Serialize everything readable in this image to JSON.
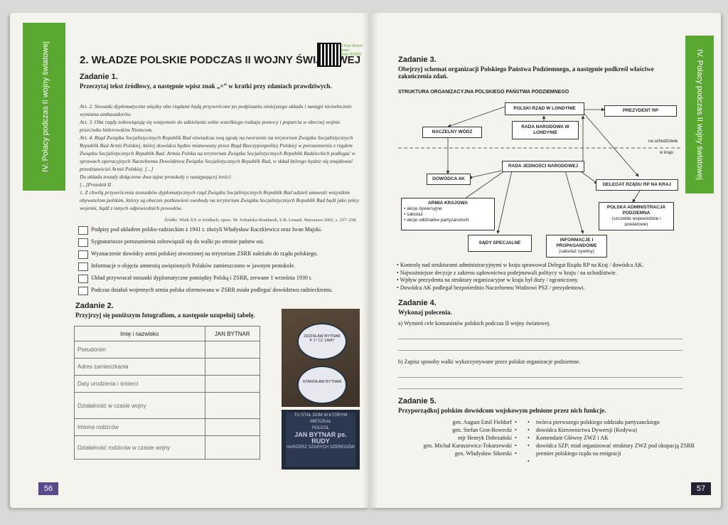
{
  "left_page": {
    "tab": "IV. Polacy podczas II wojny światowej",
    "title": "2. WŁADZE POLSKIE PODCZAS II WOJNY ŚWIATOWEJ",
    "qr_text": [
      "2 Kod Historii",
      "www.",
      "Kod: HI2N01"
    ],
    "task1": {
      "heading": "Zadanie 1.",
      "instruction": "Przeczytaj tekst źródłowy, a następnie wpisz znak „×” w kratki przy zdaniach prawdziwych.",
      "source": [
        "Art. 2. Stosunki dyplomatyczne między obu rządami będą przywrócone po podpisaniu niniejszego układu i nastąpi niezwłocznie wymiana ambasadorów.",
        "Art. 3. Oba rządy zobowiązują się wzajemnie do udzielania sobie wszelkiego rodzaju pomocy i poparcia w obecnej wojnie przeciwko hitlerowskim Niemcom.",
        "Art. 4. Rząd Związku Socjalistycznych Republik Rad oświadcza swą zgodę na tworzenie na terytorium Związku Socjalistycznych Republik Rad Armii Polskiej, której dowódca będzie mianowany przez Rząd Rzeczypospolitej Polskiej w porozumieniu z rządem Związku Socjalistycznych Republik Rad. Armia Polska na terytorium Związku Socjalistycznych Republik Radzieckich podlegać w sprawach operacyjnych Naczelnemu Dowództwu Związku Socjalistycznych Republik Rad, w skład którego będzie się znajdować przedstawiciel Armii Polskiej. [...]",
        "Do układu zostały dołączone dwa tajne protokoły o następującej treści:",
        "[...]Protokół II",
        "1. Z chwilą przywrócenia stosunków dyplomatycznych rząd Związku Socjalistycznych Republik Rad udzieli amnestii wszystkim obywatelom polskim, którzy są obecnie pozbawieni swobody na terytorium Związku Socjalistycznych Republik Rad będź jako jeńcy wojenni, bądź z innych odpowiednich powodów."
      ],
      "source_note": "Źródło: Wiek XX w źródłach, oprac. M. Sobańska-Bondaruk, S.B. Lenard, Warszawa 2002, s. 257–258.",
      "statements": [
        "Podpisy pod układem polsko-radzieckim z 1941 r. złożyli Władysław Raczkiewicz oraz Iwan Majski.",
        "Sygnatariusze porozumienia zobowiązali się do walki po stronie państw osi.",
        "Wyznaczenie dowódcy armii polskiej utworzonej na terytorium ZSRR należało do rządu polskiego.",
        "Informacje o objęciu amnestią uwięzionych Polaków zamieszczono w jawnym protokole.",
        "Układ przywracał stosunki dyplomatyczne pomiędzy Polską i ZSRR, zerwane 1 września 1939 r.",
        "Podczas działań wojennych armia polska sformowana w ZSRR miała podlegać dowództwu radzieckiemu."
      ]
    },
    "task2": {
      "heading": "Zadanie 2.",
      "instruction": "Przyjrzyj się poniższym fotografiom, a następnie uzupełnij tabelę.",
      "col1": "Imię i nazwisko",
      "col2": "JAN BYTNAR",
      "rows": [
        "Pseudonim",
        "Adres zamieszkania",
        "Daty urodzenia i śmierci",
        "Działalność w czasie wojny",
        "Imiona rodziców",
        "Działalność rodziców w czasie wojny"
      ]
    },
    "photo_text": {
      "plaque1": [
        "ZDZISŁAW BYTNAR",
        "P. 1° CZ. ŁAWY"
      ],
      "plaque2": [
        "STANISŁAW BYTNAR"
      ],
      "plaque3": [
        "TU STAŁ DOM W KTÓRYM MIESZKAŁ",
        "POLEGŁ",
        "JAN BYTNAR ps. RUDY",
        "HARCERZ SZARYCH SZEREGÓW"
      ]
    },
    "page_number": "56"
  },
  "right_page": {
    "tab": "IV. Polacy podczas II wojny światowej",
    "task3": {
      "heading": "Zadanie 3.",
      "instruction": "Obejrzyj schemat organizacji Polskiego Państwa Podziemnego, a następnie podkreśl właściwe zakończenia zdań.",
      "diagram_title": "STRUKTURA ORGANIZACYJNA POLSKIEGO PAŃSTWA PODZIEMNEGO",
      "nodes": {
        "rzad": "POLSKI RZĄD W LONDYNIE",
        "prezydent": "PREZYDENT RP",
        "wodz": "NACZELNY WÓDZ",
        "rada_narodowa": "RADA NARODOWA W LONDYNIE",
        "rada_jednosci": "RADA JEDNOŚCI NARODOWEJ",
        "dowodca_ak": "DOWÓDCA AK",
        "delegat": "DELEGAT RZĄDU RP NA KRAJ",
        "armia": "ARMIA KRAJOWA",
        "armia_items": [
          "akcje dywersyjne",
          "sabotaż",
          "akcje oddziałów partyzanckich"
        ],
        "administracja": "POLSKA ADMINISTRACJA PODZIEMNA",
        "administracja_sub": "(szczeble wojewódzkie i powiatowe)",
        "sady": "SĄDY SPECJALNE",
        "informacje": "INFORMACJE I PROPAGANDOWE",
        "informacje_sub": "(sabotaż cywilny)"
      },
      "label_emigration": "na uchodźstwie",
      "label_country": "w kraju",
      "statements": [
        "Kontrolę nad strukturami administracyjnymi w kraju sprawował Delegat Rządu RP na Kraj / dowódca AK.",
        "Najważniejsze decyzje z zakresu sądownictwa podejmowali politycy w kraju / na uchodźstwie.",
        "Wpływ prezydenta na struktury organizacyjne w kraju był duży / ograniczony.",
        "Dowódca AK podlegał bezpośrednio Naczelnemu Wodzowi PSZ / prezydentowi."
      ]
    },
    "task4": {
      "heading": "Zadanie 4.",
      "instruction": "Wykonaj polecenia.",
      "qa": "a) Wymień cele komunistów polskich podczas II wojny światowej.",
      "qb": "b) Zapisz sposoby walki wykorzystywane przez polskie organizacje podziemne."
    },
    "task5": {
      "heading": "Zadanie 5.",
      "instruction": "Przyporządkuj polskim dowódcom wojskowym pełnione przez nich funkcje.",
      "people": [
        "gen. August Emil Fieldorf",
        "gen. Stefan Grot-Rowecki",
        "mjr Henryk Dobrzański",
        "gen. Michał Karaszewicz-Tokarzewski",
        "gen. Władysław Sikorski"
      ],
      "functions": [
        "twórca pierwszego polskiego oddziału partyzanckiego",
        "dowódca Kierownictwa Dywersji (Kedywu)",
        "Komendant Główny ZWZ i AK",
        "dowódca SZP; miał organizować struktury ZWZ pod okupacją ZSRR",
        "premier polskiego rządu na emigracji"
      ]
    },
    "page_number": "57"
  },
  "colors": {
    "accent_green": "#5aa832",
    "page_bg": "#f4f3ee"
  }
}
